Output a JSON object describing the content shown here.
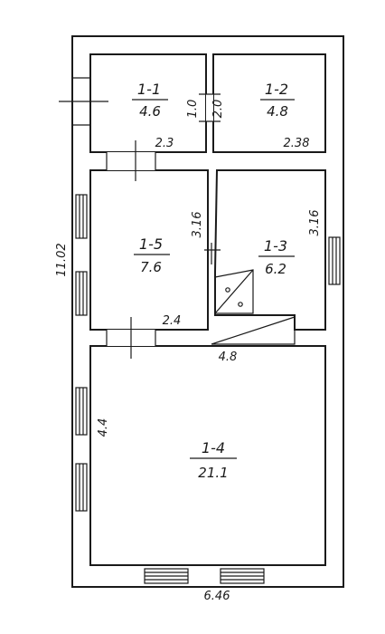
{
  "rooms": [
    {
      "id": "1-1",
      "area": "4.6"
    },
    {
      "id": "1-2",
      "area": "4.8"
    },
    {
      "id": "1-5",
      "area": "7.6"
    },
    {
      "id": "1-3",
      "area": "6.2"
    },
    {
      "id": "1-4",
      "area": "21.1"
    }
  ],
  "dimensions": {
    "d_1_0": "1.0",
    "d_2_0": "2.0",
    "d_2_3": "2.3",
    "d_2_38": "2.38",
    "d_3_16_left": "3.16",
    "d_3_16_right": "3.16",
    "d_2_4": "2.4",
    "d_4_8": "4.8",
    "d_4_4": "4.4",
    "d_11_02": "11.02",
    "d_6_46": "6.46"
  },
  "colors": {
    "ink": "#1a1a1a",
    "paper": "#ffffff"
  }
}
